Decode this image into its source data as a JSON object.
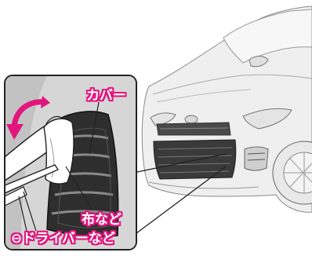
{
  "labels": {
    "cover": "カバー",
    "cloth": "布など",
    "driver": "⊖ドライバーなど"
  },
  "colors": {
    "accent": "#e2157d"
  }
}
